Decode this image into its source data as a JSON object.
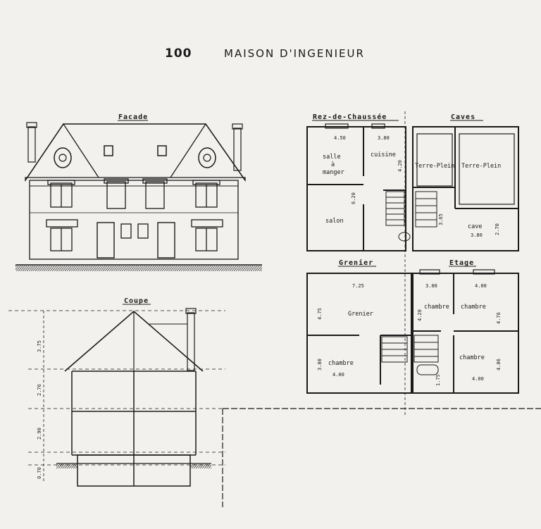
{
  "plate": {
    "number": "100",
    "title": "MAISON D'INGENIEUR"
  },
  "facade": {
    "label": "Facade"
  },
  "coupe": {
    "label": "Coupe",
    "dims": [
      "3.75",
      "2.76",
      "2.90",
      "0.70"
    ]
  },
  "rez": {
    "label": "Rez-de-Chaussée",
    "rooms": {
      "salle": "salle",
      "a": "à",
      "manger": "manger",
      "cuisine": "cuisine",
      "salon": "salon"
    },
    "dims": [
      "4.50",
      "3.80",
      "4.20",
      "6.20"
    ]
  },
  "caves": {
    "label": "Caves",
    "rooms": {
      "terre1": "Terre-Plein",
      "terre2": "Terre-Plein",
      "cave": "cave"
    },
    "dims": [
      "3.65",
      "2.70",
      "3.80"
    ]
  },
  "grenier": {
    "label": "Grenier",
    "rooms": {
      "grenier": "Grenier",
      "chambre": "chambre"
    },
    "dims": [
      "7.25",
      "4.75",
      "3.80",
      "4.00"
    ]
  },
  "etage": {
    "label": "Etage",
    "rooms": {
      "ch1": "chambre",
      "ch2": "chambre",
      "ch3": "chambre"
    },
    "dims": [
      "3.00",
      "4.00",
      "4.20",
      "4.76",
      "4.06",
      "1.75",
      "4.00"
    ]
  }
}
